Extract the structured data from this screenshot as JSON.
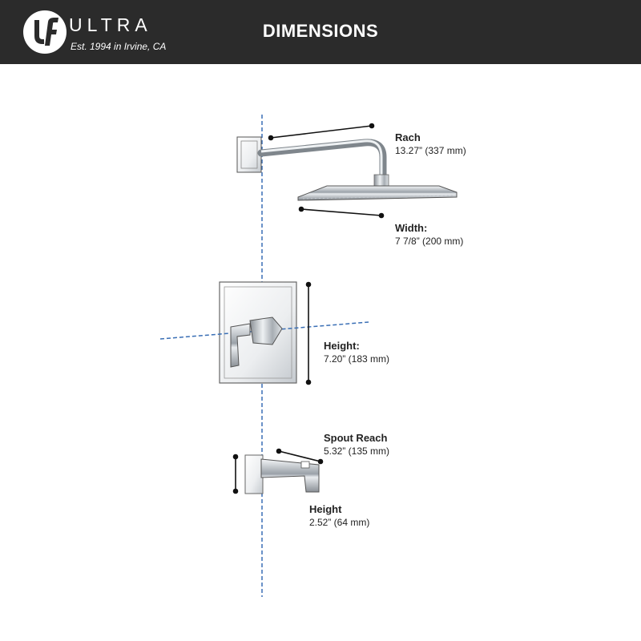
{
  "header": {
    "brand": "ULTRA",
    "tagline": "Est. 1994 in Irvine, CA",
    "title": "DIMENSIONS",
    "colors": {
      "bar": "#2b2b2b",
      "text": "#ffffff"
    }
  },
  "dimensions": {
    "reach": {
      "title": "Rach",
      "value": "13.27” (337 mm)"
    },
    "width": {
      "title": "Width:",
      "value": "7 7/8” (200 mm)"
    },
    "valve_height": {
      "title": "Height:",
      "value": "7.20” (183 mm)"
    },
    "spout_reach": {
      "title": "Spout Reach",
      "value": "5.32” (135 mm)"
    },
    "spout_height": {
      "title": "Height",
      "value": "2.52” (64 mm)"
    }
  },
  "colors": {
    "centerline": "#3a6fb5",
    "dimension_line": "#111111",
    "chrome": "#c9ced4"
  }
}
